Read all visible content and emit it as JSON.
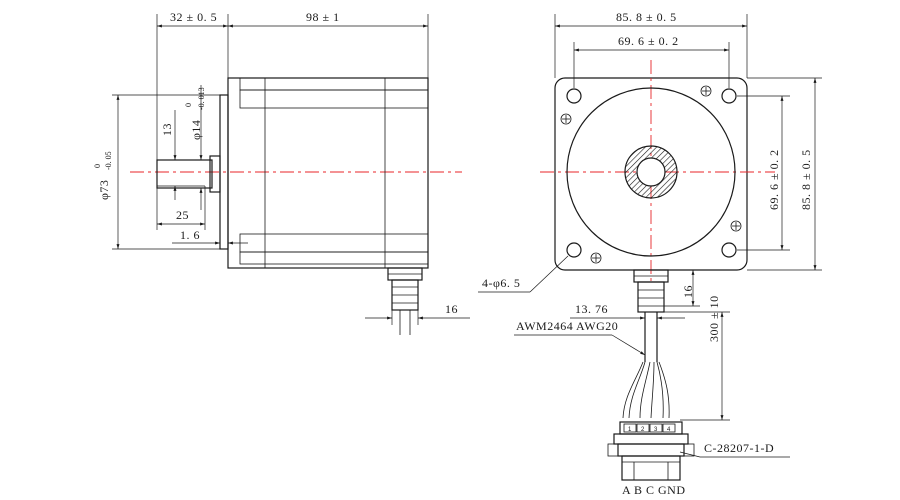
{
  "side_view": {
    "shaft_length": "32 ± 0. 5",
    "body_length": "98 ± 1",
    "pilot_dia_symbol": "φ73",
    "pilot_dia_tol_upper": "0",
    "pilot_dia_tol_lower": "-0. 05",
    "shaft_dia_symbol": "φ14",
    "shaft_dia_tol_upper": "0",
    "shaft_dia_tol_lower": "-0. 013",
    "flat_depth": "13",
    "flat_length": "25",
    "pilot_depth": "1. 6",
    "cable_gland_width": "16"
  },
  "front_view": {
    "flange_width": "85. 8 ± 0. 5",
    "bolt_spacing_h": "69. 6 ± 0. 2",
    "bolt_spacing_v": "69. 6 ± 0. 2",
    "flange_height": "85. 8 ± 0. 5",
    "mount_holes": "4-φ6. 5",
    "gland_height": "16",
    "gland_offset": "13. 76",
    "lead_length": "300 ± 10",
    "wire_spec": "AWM2464  AWG20",
    "connector_part": "C-28207-1-D",
    "pin_numbers": [
      "1",
      "2",
      "3",
      "4"
    ],
    "pin_labels": "A B C GND"
  }
}
